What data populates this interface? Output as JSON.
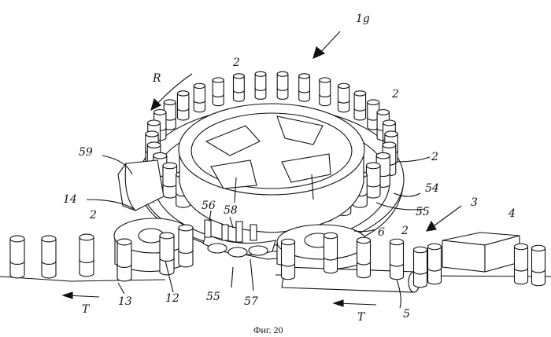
{
  "figure": {
    "caption": "Фиг. 20",
    "colors": {
      "ink": "#111111",
      "paper": "#ffffff"
    },
    "labels": {
      "assembly": "1g",
      "rotation": "R",
      "container": "2",
      "conveyor_in": "3",
      "pusher": "4",
      "bar": "5",
      "star_in": "6",
      "star_out": "12",
      "out_path": "13",
      "guide": "14",
      "pocket": "54",
      "seat": "55",
      "finger_a": "56",
      "finger_b": "57",
      "finger_c": "58",
      "segment": "59",
      "transport": "T"
    }
  }
}
